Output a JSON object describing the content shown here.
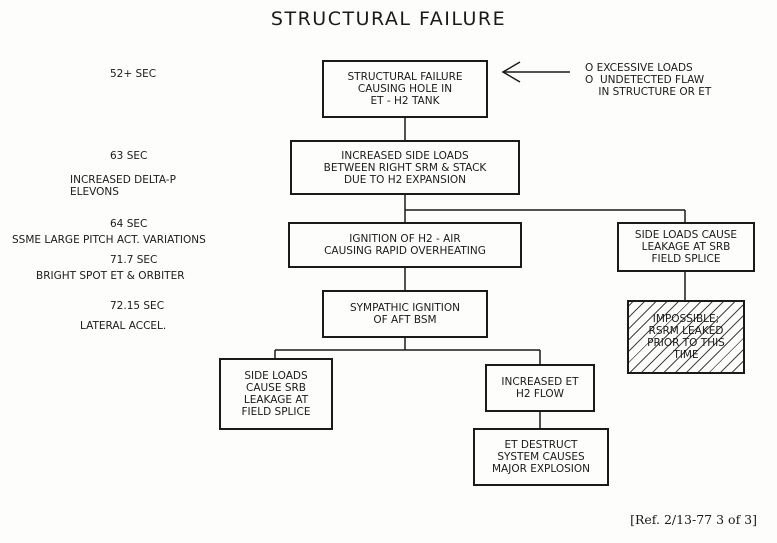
{
  "title": "STRUCTURAL FAILURE",
  "timeline": [
    "52+ SEC",
    "63 SEC",
    "INCREASED DELTA-P\nELEVONS",
    "64 SEC",
    "SSME LARGE PITCH ACT. VARIATIONS",
    "71.7 SEC",
    "BRIGHT SPOT ET & ORBITER",
    "72.15 SEC",
    "LATERAL ACCEL."
  ],
  "causes": [
    "O  EXCESSIVE LOADS",
    "O  UNDETECTED FLAW\n    IN STRUCTURE OR ET"
  ],
  "boxes": {
    "structural_failure": "STRUCTURAL FAILURE\nCAUSING HOLE IN\nET - H2 TANK",
    "side_loads_increase": "INCREASED SIDE LOADS\nBETWEEN RIGHT SRM & STACK\nDUE TO H2 EXPANSION",
    "ignition": "IGNITION OF H2 - AIR\nCAUSING RAPID OVERHEATING",
    "side_loads_srb_right": "SIDE LOADS CAUSE\nLEAKAGE AT SRB\nFIELD SPLICE",
    "impossible": "IMPOSSIBLE;\nRSRM LEAKED\nPRIOR TO THIS\nTIME",
    "sympathetic": "SYMPATHIC IGNITION\nOF AFT BSM",
    "side_loads_srb_left": "SIDE LOADS\nCAUSE SRB\nLEAKAGE AT\nFIELD SPLICE",
    "h2_flow": "INCREASED ET\nH2 FLOW",
    "destruct": "ET DESTRUCT\nSYSTEM CAUSES\nMAJOR EXPLOSION"
  },
  "reference": "[Ref. 2/13-77 3 of 3]"
}
